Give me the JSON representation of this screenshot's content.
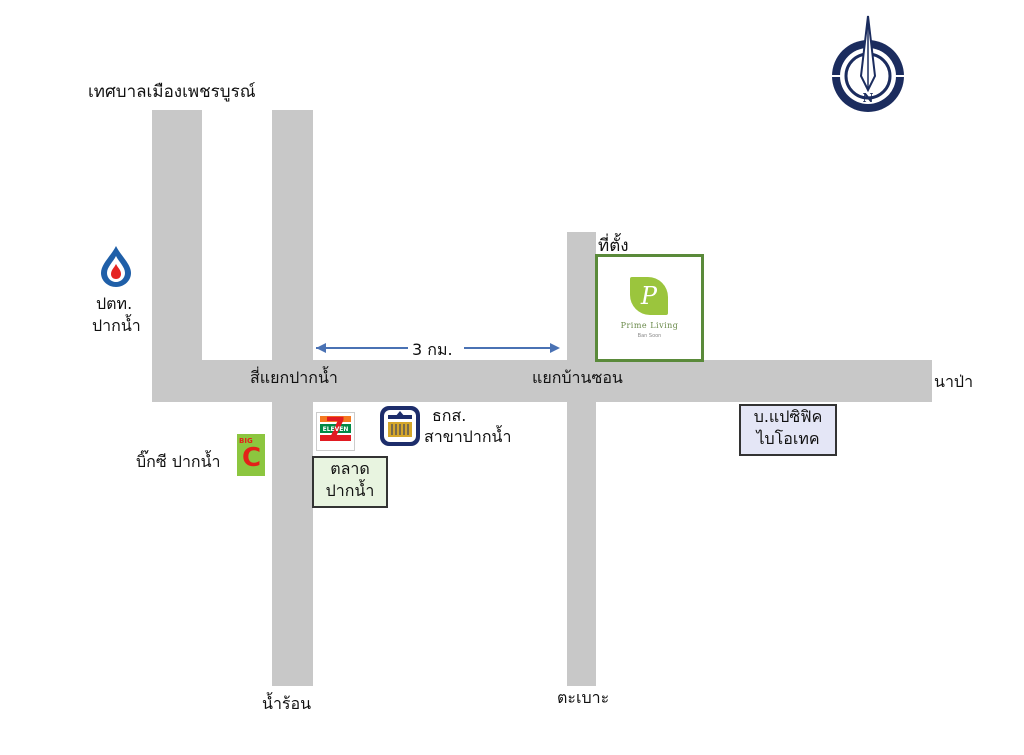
{
  "labels": {
    "top_left": "เทศบาลเมืองเพชรบูรณ์",
    "bottom_left": "น้ำร้อน",
    "bottom_right": "ตะเบาะ",
    "east": "นาป่า",
    "junction_left": "สี่แยกปากน้ำ",
    "junction_right": "แยกบ้านซอน",
    "distance": "3 กม.",
    "location": "ที่ตั้ง"
  },
  "landmarks": {
    "ptt_line1": "ปตท.",
    "ptt_line2": "ปากน้ำ",
    "bigc": "บิ๊กซี ปากน้ำ",
    "baac_line1": "ธกส.",
    "baac_line2": "สาขาปากน้ำ",
    "market_line1": "ตลาด",
    "market_line2": "ปากน้ำ",
    "pacific_line1": "บ.แปซิฟิค",
    "pacific_line2": "ไบโอเทค"
  },
  "logos": {
    "prime_letter": "P",
    "prime_name": "Prime Living",
    "prime_sub": "Ban Soon",
    "seven_number": "7",
    "seven_text": "ELEVEN",
    "bigc_small": "BIG",
    "bigc_letter": "C",
    "compass_letter": "N"
  },
  "colors": {
    "road": "#c8c8c8",
    "location_border": "#5a8a3a",
    "market_bg": "#e8f4e0",
    "pacific_bg": "#e4e6f6",
    "arrow": "#4a72b4",
    "ptt_blue": "#1f5fa8",
    "ptt_red": "#e52421",
    "bigc_green": "#8cc63f",
    "bigc_red": "#e32119",
    "seven_orange": "#f47920",
    "seven_green": "#008a46",
    "seven_red": "#e11b22",
    "compass_navy": "#1b2c5e"
  }
}
